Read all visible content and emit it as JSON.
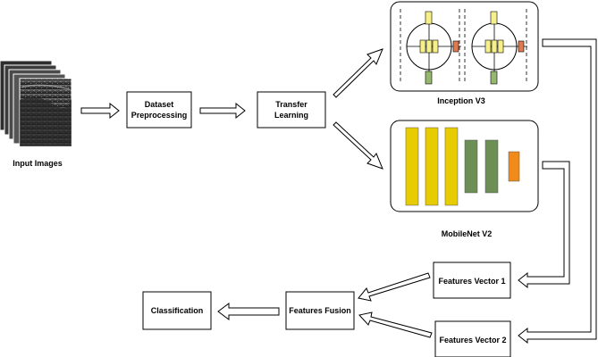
{
  "input": {
    "caption": "Input Images"
  },
  "boxes": {
    "preprocessing": {
      "line1": "Dataset",
      "line2": "Preprocessing"
    },
    "transfer": {
      "line1": "Transfer",
      "line2": "Learning"
    },
    "fv1": "Features Vector 1",
    "fv2": "Features Vector 2",
    "fusion": "Features Fusion",
    "classification": "Classification"
  },
  "models": {
    "inception": {
      "caption": "Inception V3"
    },
    "mobilenet": {
      "caption": "MobileNet V2"
    }
  },
  "colors": {
    "yellow": "#e6cc00",
    "yellow_light": "#f5f08a",
    "green": "#6d8f56",
    "green_light": "#95b86e",
    "orange": "#f08a1a",
    "orange_dark": "#e07a4f",
    "stroke": "#000000"
  }
}
